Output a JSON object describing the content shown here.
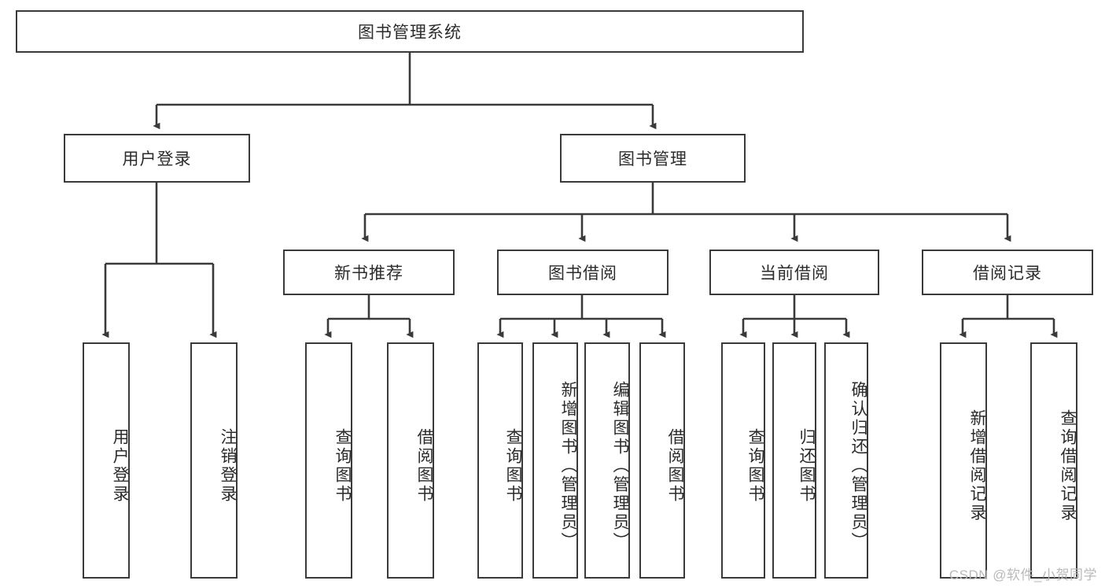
{
  "diagram": {
    "type": "tree",
    "title": "图书管理系统",
    "colors": {
      "stroke": "#3a3a3a",
      "fill": "#ffffff",
      "text": "#2b2b2b",
      "watermark": "#b9b9b9"
    },
    "levels": {
      "root": {
        "label": "图书管理系统"
      },
      "level2": [
        {
          "label": "用户登录"
        },
        {
          "label": "图书管理"
        }
      ],
      "level3": [
        {
          "label": "新书推荐"
        },
        {
          "label": "图书借阅"
        },
        {
          "label": "当前借阅"
        },
        {
          "label": "借阅记录"
        }
      ],
      "leaves": {
        "user_login": [
          {
            "label": "用户登录"
          },
          {
            "label": "注销登录"
          }
        ],
        "new_book_recommend": [
          {
            "label": "查询图书"
          },
          {
            "label": "借阅图书"
          }
        ],
        "book_borrow": [
          {
            "label": "查询图书"
          },
          {
            "label": "新增图书（管理员）"
          },
          {
            "label": "编辑图书（管理员）"
          },
          {
            "label": "借阅图书"
          }
        ],
        "current_borrow": [
          {
            "label": "查询图书"
          },
          {
            "label": "归还图书"
          },
          {
            "label": "确认归还（管理员）"
          }
        ],
        "borrow_record": [
          {
            "label": "新增借阅记录"
          },
          {
            "label": "查询借阅记录"
          }
        ]
      }
    }
  },
  "watermark": {
    "text": "CSDN @软件_小贺同学"
  }
}
